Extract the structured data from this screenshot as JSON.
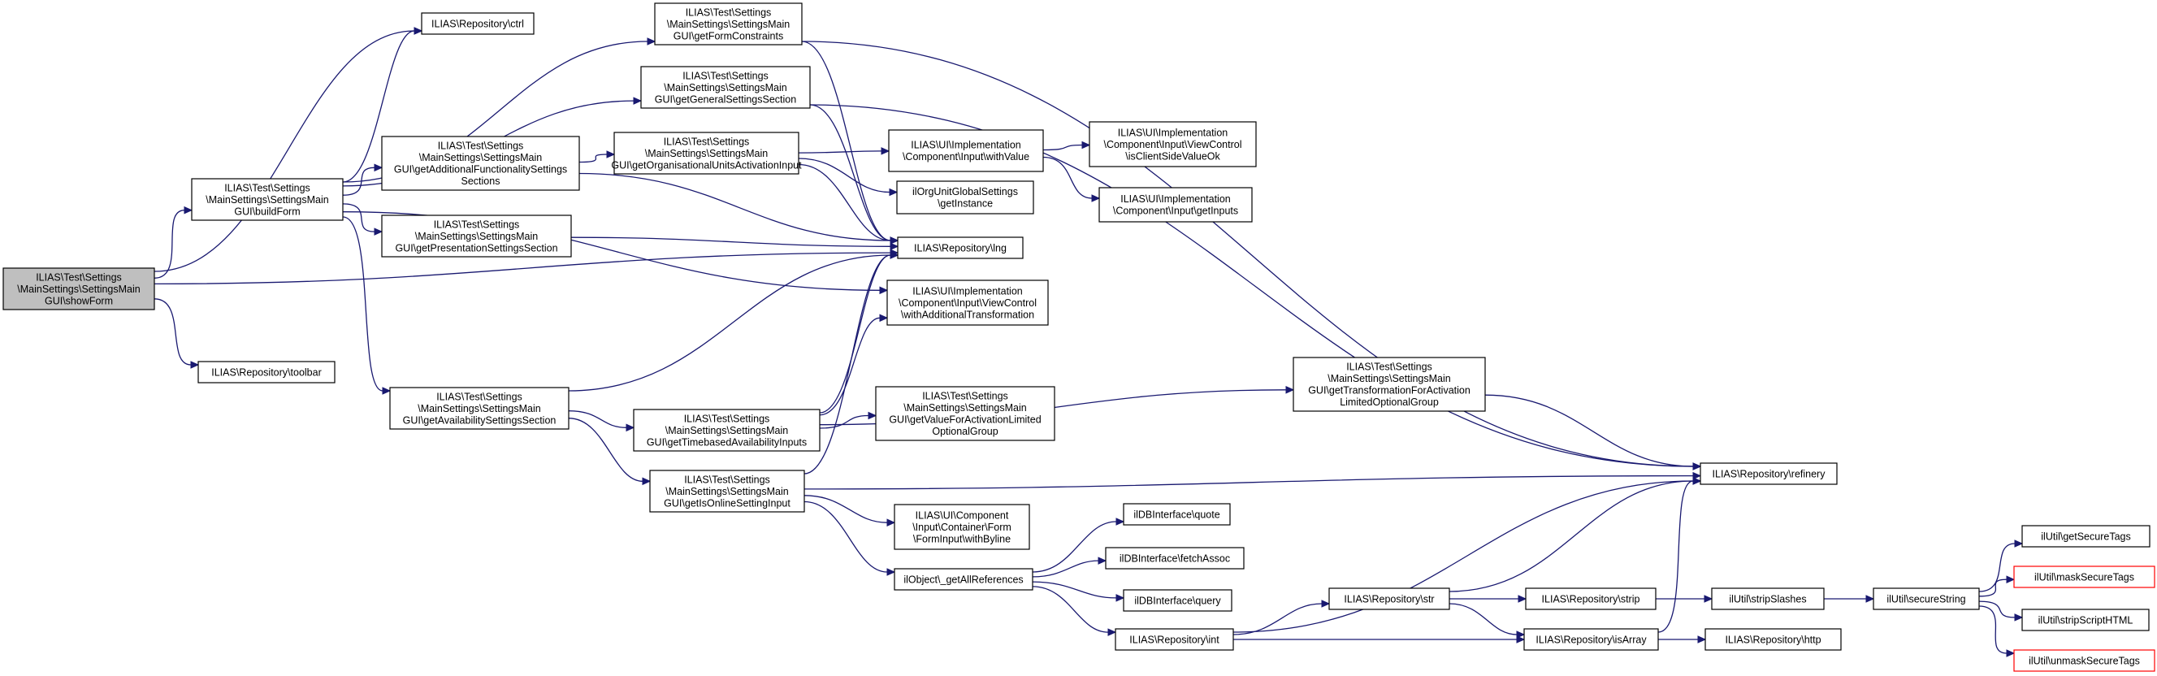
{
  "nodes": [
    {
      "id": "showForm",
      "lines": [
        "ILIAS\\Test\\Settings",
        "\\MainSettings\\SettingsMain",
        "GUI\\showForm"
      ],
      "style": "root"
    },
    {
      "id": "ctrl",
      "lines": [
        "ILIAS\\Repository\\ctrl"
      ]
    },
    {
      "id": "buildForm",
      "lines": [
        "ILIAS\\Test\\Settings",
        "\\MainSettings\\SettingsMain",
        "GUI\\buildForm"
      ]
    },
    {
      "id": "toolbar",
      "lines": [
        "ILIAS\\Repository\\toolbar"
      ]
    },
    {
      "id": "getFormConstraints",
      "lines": [
        "ILIAS\\Test\\Settings",
        "\\MainSettings\\SettingsMain",
        "GUI\\getFormConstraints"
      ]
    },
    {
      "id": "getGeneralSettingsSection",
      "lines": [
        "ILIAS\\Test\\Settings",
        "\\MainSettings\\SettingsMain",
        "GUI\\getGeneralSettingsSection"
      ]
    },
    {
      "id": "getAdditionalFunctionalitySettingsSections",
      "lines": [
        "ILIAS\\Test\\Settings",
        "\\MainSettings\\SettingsMain",
        "GUI\\getAdditionalFunctionalitySettings",
        "Sections"
      ]
    },
    {
      "id": "getPresentationSettingsSection",
      "lines": [
        "ILIAS\\Test\\Settings",
        "\\MainSettings\\SettingsMain",
        "GUI\\getPresentationSettingsSection"
      ]
    },
    {
      "id": "getAvailabilitySettingsSection",
      "lines": [
        "ILIAS\\Test\\Settings",
        "\\MainSettings\\SettingsMain",
        "GUI\\getAvailabilitySettingsSection"
      ]
    },
    {
      "id": "getOrganisationalUnitsActivationInput",
      "lines": [
        "ILIAS\\Test\\Settings",
        "\\MainSettings\\SettingsMain",
        "GUI\\getOrganisationalUnitsActivationInput"
      ]
    },
    {
      "id": "getTimebasedAvailabilityInputs",
      "lines": [
        "ILIAS\\Test\\Settings",
        "\\MainSettings\\SettingsMain",
        "GUI\\getTimebasedAvailabilityInputs"
      ]
    },
    {
      "id": "getIsOnlineSettingInput",
      "lines": [
        "ILIAS\\Test\\Settings",
        "\\MainSettings\\SettingsMain",
        "GUI\\getIsOnlineSettingInput"
      ]
    },
    {
      "id": "withValue",
      "lines": [
        "ILIAS\\UI\\Implementation",
        "\\Component\\Input\\withValue"
      ]
    },
    {
      "id": "ilOrgUnitGlobalSettings",
      "lines": [
        "ilOrgUnitGlobalSettings",
        "\\getInstance"
      ]
    },
    {
      "id": "lng",
      "lines": [
        "ILIAS\\Repository\\lng"
      ]
    },
    {
      "id": "withAdditionalTransformation",
      "lines": [
        "ILIAS\\UI\\Implementation",
        "\\Component\\Input\\ViewControl",
        "\\withAdditionalTransformation"
      ]
    },
    {
      "id": "getValueForActivationLimitedOptionalGroup",
      "lines": [
        "ILIAS\\Test\\Settings",
        "\\MainSettings\\SettingsMain",
        "GUI\\getValueForActivationLimited",
        "OptionalGroup"
      ]
    },
    {
      "id": "withByline",
      "lines": [
        "ILIAS\\UI\\Component",
        "\\Input\\Container\\Form",
        "\\FormInput\\withByline"
      ]
    },
    {
      "id": "getAllReferences",
      "lines": [
        "ilObject\\_getAllReferences"
      ]
    },
    {
      "id": "isClientSideValueOk",
      "lines": [
        "ILIAS\\UI\\Implementation",
        "\\Component\\Input\\ViewControl",
        "\\isClientSideValueOk"
      ]
    },
    {
      "id": "getInputs",
      "lines": [
        "ILIAS\\UI\\Implementation",
        "\\Component\\Input\\getInputs"
      ]
    },
    {
      "id": "quote",
      "lines": [
        "ilDBInterface\\quote"
      ]
    },
    {
      "id": "fetchAssoc",
      "lines": [
        "ilDBInterface\\fetchAssoc"
      ]
    },
    {
      "id": "query",
      "lines": [
        "ilDBInterface\\query"
      ]
    },
    {
      "id": "int",
      "lines": [
        "ILIAS\\Repository\\int"
      ]
    },
    {
      "id": "str",
      "lines": [
        "ILIAS\\Repository\\str"
      ]
    },
    {
      "id": "getTransformationForActivationLimitedOptionalGroup",
      "lines": [
        "ILIAS\\Test\\Settings",
        "\\MainSettings\\SettingsMain",
        "GUI\\getTransformationForActivation",
        "LimitedOptionalGroup"
      ]
    },
    {
      "id": "strip",
      "lines": [
        "ILIAS\\Repository\\strip"
      ]
    },
    {
      "id": "isArray",
      "lines": [
        "ILIAS\\Repository\\isArray"
      ]
    },
    {
      "id": "refinery",
      "lines": [
        "ILIAS\\Repository\\refinery"
      ]
    },
    {
      "id": "stripSlashes",
      "lines": [
        "ilUtil\\stripSlashes"
      ]
    },
    {
      "id": "http",
      "lines": [
        "ILIAS\\Repository\\http"
      ]
    },
    {
      "id": "secureString",
      "lines": [
        "ilUtil\\secureString"
      ]
    },
    {
      "id": "getSecureTags",
      "lines": [
        "ilUtil\\getSecureTags"
      ]
    },
    {
      "id": "maskSecureTags",
      "lines": [
        "ilUtil\\maskSecureTags"
      ],
      "style": "trunc"
    },
    {
      "id": "stripScriptHTML",
      "lines": [
        "ilUtil\\stripScriptHTML"
      ]
    },
    {
      "id": "unmaskSecureTags",
      "lines": [
        "ilUtil\\unmaskSecureTags"
      ],
      "style": "trunc"
    }
  ],
  "edges": [
    [
      "showForm",
      "ctrl"
    ],
    [
      "showForm",
      "buildForm"
    ],
    [
      "showForm",
      "lng"
    ],
    [
      "showForm",
      "toolbar"
    ],
    [
      "buildForm",
      "ctrl"
    ],
    [
      "buildForm",
      "getFormConstraints"
    ],
    [
      "buildForm",
      "getGeneralSettingsSection"
    ],
    [
      "buildForm",
      "getAdditionalFunctionalitySettingsSections"
    ],
    [
      "buildForm",
      "getPresentationSettingsSection"
    ],
    [
      "buildForm",
      "withAdditionalTransformation"
    ],
    [
      "buildForm",
      "getAvailabilitySettingsSection"
    ],
    [
      "getFormConstraints",
      "lng"
    ],
    [
      "getFormConstraints",
      "refinery"
    ],
    [
      "getGeneralSettingsSection",
      "lng"
    ],
    [
      "getGeneralSettingsSection",
      "refinery"
    ],
    [
      "getAdditionalFunctionalitySettingsSections",
      "getOrganisationalUnitsActivationInput"
    ],
    [
      "getAdditionalFunctionalitySettingsSections",
      "lng"
    ],
    [
      "getPresentationSettingsSection",
      "lng"
    ],
    [
      "getAvailabilitySettingsSection",
      "lng"
    ],
    [
      "getAvailabilitySettingsSection",
      "getTimebasedAvailabilityInputs"
    ],
    [
      "getAvailabilitySettingsSection",
      "getIsOnlineSettingInput"
    ],
    [
      "getOrganisationalUnitsActivationInput",
      "withValue"
    ],
    [
      "getOrganisationalUnitsActivationInput",
      "ilOrgUnitGlobalSettings"
    ],
    [
      "getOrganisationalUnitsActivationInput",
      "lng"
    ],
    [
      "getTimebasedAvailabilityInputs",
      "lng"
    ],
    [
      "getTimebasedAvailabilityInputs",
      "withAdditionalTransformation"
    ],
    [
      "getTimebasedAvailabilityInputs",
      "getTransformationForActivationLimitedOptionalGroup"
    ],
    [
      "getTimebasedAvailabilityInputs",
      "getValueForActivationLimitedOptionalGroup"
    ],
    [
      "getIsOnlineSettingInput",
      "lng"
    ],
    [
      "getIsOnlineSettingInput",
      "refinery"
    ],
    [
      "getIsOnlineSettingInput",
      "withByline"
    ],
    [
      "getIsOnlineSettingInput",
      "getAllReferences"
    ],
    [
      "withValue",
      "isClientSideValueOk"
    ],
    [
      "withValue",
      "getInputs"
    ],
    [
      "getTransformationForActivationLimitedOptionalGroup",
      "refinery"
    ],
    [
      "getAllReferences",
      "quote"
    ],
    [
      "getAllReferences",
      "fetchAssoc"
    ],
    [
      "getAllReferences",
      "query"
    ],
    [
      "getAllReferences",
      "int"
    ],
    [
      "int",
      "refinery"
    ],
    [
      "int",
      "str"
    ],
    [
      "int",
      "isArray"
    ],
    [
      "str",
      "refinery"
    ],
    [
      "str",
      "strip"
    ],
    [
      "str",
      "isArray"
    ],
    [
      "strip",
      "stripSlashes"
    ],
    [
      "isArray",
      "refinery"
    ],
    [
      "isArray",
      "http"
    ],
    [
      "stripSlashes",
      "secureString"
    ],
    [
      "secureString",
      "getSecureTags"
    ],
    [
      "secureString",
      "maskSecureTags"
    ],
    [
      "secureString",
      "stripScriptHTML"
    ],
    [
      "secureString",
      "unmaskSecureTags"
    ]
  ]
}
